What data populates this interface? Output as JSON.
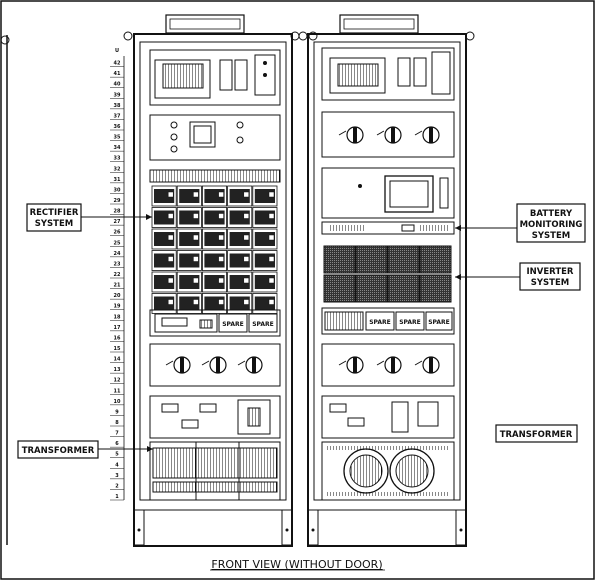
{
  "caption": "FRONT VIEW (WITHOUT DOOR)",
  "labels": {
    "rectifier": [
      "RECTIFIER",
      "SYSTEM"
    ],
    "battery": [
      "BATTERY",
      "MONITORING",
      "SYSTEM"
    ],
    "inverter": [
      "INVERTER",
      "SYSTEM"
    ],
    "transformer_left": "TRANSFORMER",
    "transformer_right": "TRANSFORMER"
  },
  "rack_units": {
    "header": "U",
    "values": [
      "42",
      "41",
      "40",
      "39",
      "38",
      "37",
      "36",
      "35",
      "34",
      "33",
      "32",
      "31",
      "30",
      "29",
      "28",
      "27",
      "26",
      "25",
      "24",
      "23",
      "22",
      "21",
      "20",
      "19",
      "18",
      "17",
      "16",
      "15",
      "14",
      "13",
      "12",
      "11",
      "10",
      "9",
      "8",
      "7",
      "6",
      "5",
      "4",
      "3",
      "2",
      "1"
    ]
  },
  "spare_left": [
    "SPARE",
    "SPARE"
  ],
  "spare_right": [
    "SPARE",
    "SPARE",
    "SPARE"
  ],
  "colors": {
    "line": "#111111",
    "background": "#ffffff"
  }
}
